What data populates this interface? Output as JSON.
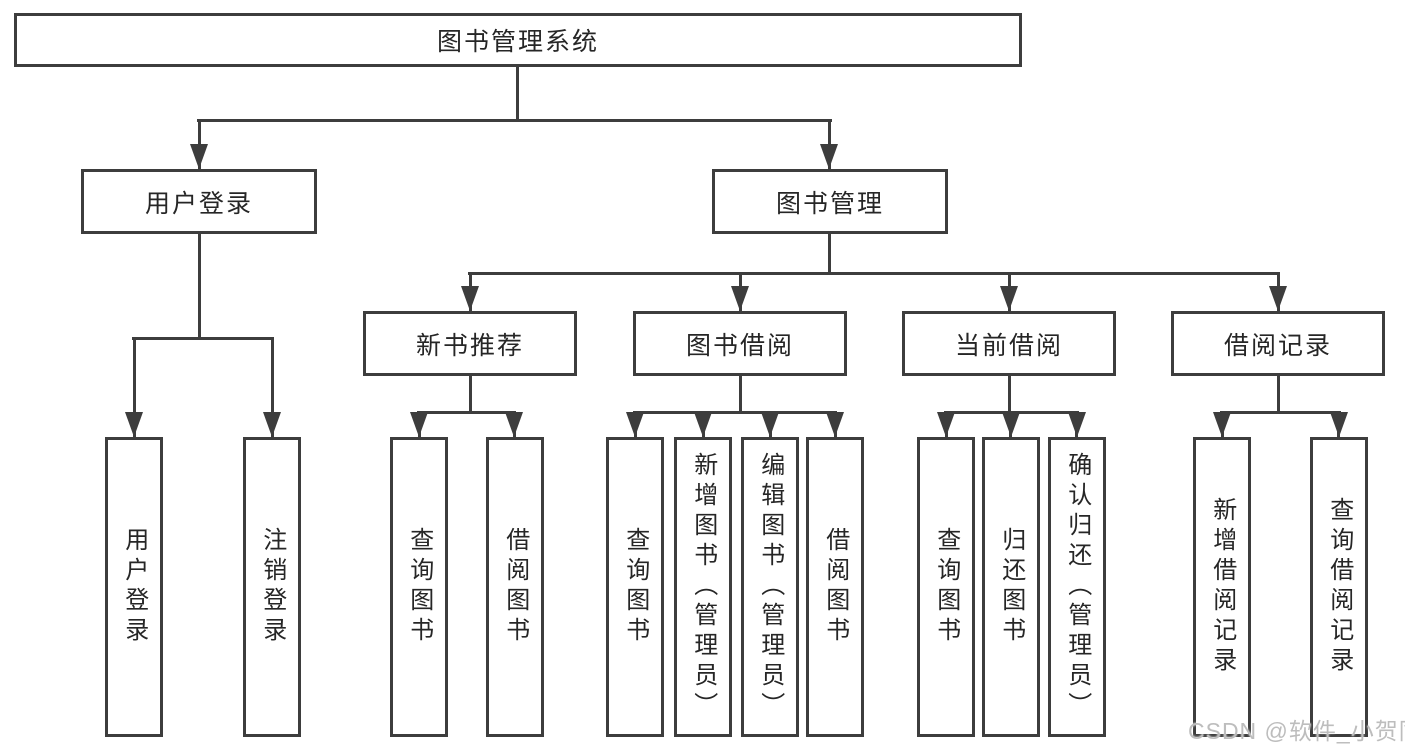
{
  "diagram": {
    "root": {
      "label": "图书管理系统"
    },
    "userLogin": {
      "label": "用户登录",
      "children": [
        {
          "label": "用户登录"
        },
        {
          "label": "注销登录"
        }
      ]
    },
    "bookMgmt": {
      "label": "图书管理",
      "modules": [
        {
          "label": "新书推荐",
          "children": [
            {
              "label": "查询图书"
            },
            {
              "label": "借阅图书"
            }
          ]
        },
        {
          "label": "图书借阅",
          "children": [
            {
              "label": "查询图书"
            },
            {
              "label": "新增图书（管理员）"
            },
            {
              "label": "编辑图书（管理员）"
            },
            {
              "label": "借阅图书"
            }
          ]
        },
        {
          "label": "当前借阅",
          "children": [
            {
              "label": "查询图书"
            },
            {
              "label": "归还图书"
            },
            {
              "label": "确认归还（管理员）"
            }
          ]
        },
        {
          "label": "借阅记录",
          "children": [
            {
              "label": "新增借阅记录"
            },
            {
              "label": "查询借阅记录"
            }
          ]
        }
      ]
    },
    "watermark": {
      "text": "CSDN @软件_小贺同学"
    }
  },
  "colors": {
    "line": "#3d3d3d",
    "text": "#262626",
    "watermark": "#bdbdbd",
    "background": "#ffffff"
  }
}
